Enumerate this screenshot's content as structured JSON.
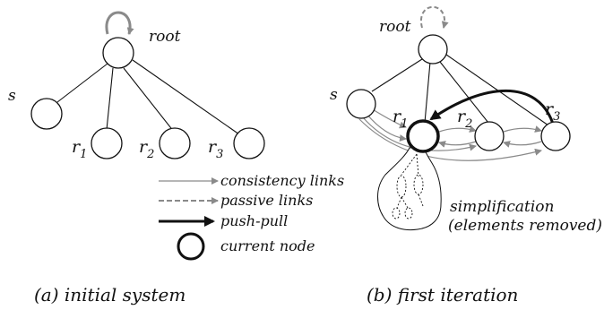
{
  "colors": {
    "ink": "#111111",
    "consistency": "#8a8a8a",
    "passive": "#8a8a8a"
  },
  "panel_a": {
    "root": "root",
    "s": "s",
    "r1": "r",
    "r1_sub": "1",
    "r2": "r",
    "r2_sub": "2",
    "r3": "r",
    "r3_sub": "3",
    "caption": "(a) initial system"
  },
  "panel_b": {
    "root": "root",
    "s": "s",
    "r1": "r",
    "r1_sub": "1",
    "r2": "r",
    "r2_sub": "2",
    "r3": "r",
    "r3_sub": "3",
    "simplification_line1": "simplification",
    "simplification_line2": "(elements removed)",
    "caption": "(b) first iteration"
  },
  "legend": {
    "consistency": "consistency links",
    "passive": "passive links",
    "push_pull": "push-pull",
    "current": "current node"
  }
}
